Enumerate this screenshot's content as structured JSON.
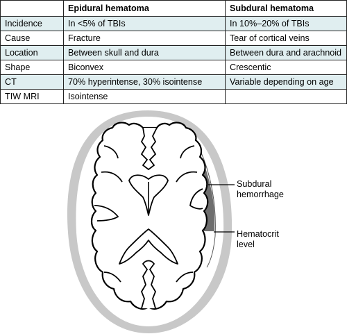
{
  "table": {
    "headers": [
      "",
      "Epidural hematoma",
      "Subdural hematoma"
    ],
    "rows": [
      [
        "Incidence",
        "In <5% of TBIs",
        "In 10%–20% of TBIs"
      ],
      [
        "Cause",
        "Fracture",
        "Tear of cortical veins"
      ],
      [
        "Location",
        "Between skull and dura",
        "Between dura and arachnoid"
      ],
      [
        "Shape",
        "Biconvex",
        "Crescentic"
      ],
      [
        "CT",
        "70% hyperintense, 30% isointense",
        "Variable depending on age"
      ],
      [
        "TIW MRI",
        "Isointense",
        ""
      ]
    ]
  },
  "diagram": {
    "labels": {
      "subdural": "Subdural\nhemorrhage",
      "hematocrit": "Hematocrit\nlevel"
    },
    "colors": {
      "skull": "#c8c8c8",
      "hemorrhage": "#6e6e6e",
      "hemorrhage_light": "#a9a9a9",
      "row_shade": "#e0eef0"
    }
  }
}
